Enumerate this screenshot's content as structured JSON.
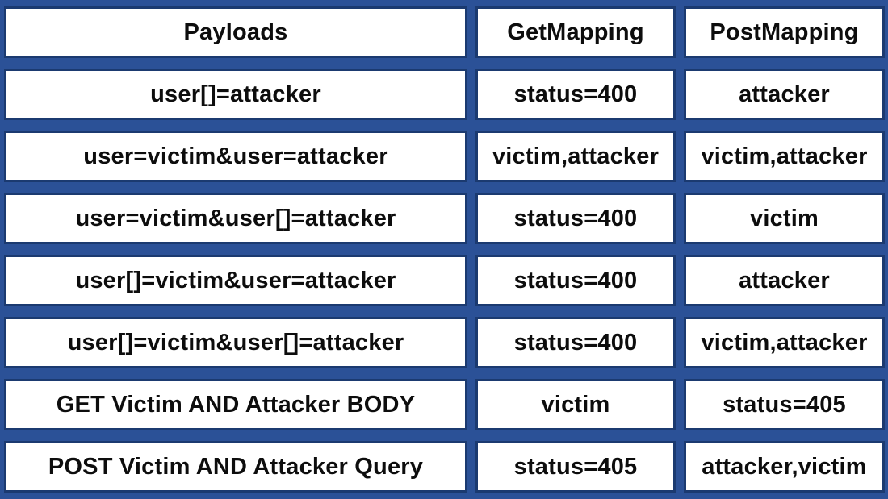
{
  "colors": {
    "background": "#2b5197",
    "cell_border": "#1b3a70",
    "cell_background": "#ffffff",
    "text": "#0d0d0d"
  },
  "chart_data": {
    "type": "table",
    "columns": [
      "Payloads",
      "GetMapping",
      "PostMapping"
    ],
    "rows": [
      [
        "user[]=attacker",
        "status=400",
        "attacker"
      ],
      [
        "user=victim&user=attacker",
        "victim,attacker",
        "victim,attacker"
      ],
      [
        "user=victim&user[]=attacker",
        "status=400",
        "victim"
      ],
      [
        "user[]=victim&user=attacker",
        "status=400",
        "attacker"
      ],
      [
        "user[]=victim&user[]=attacker",
        "status=400",
        "victim,attacker"
      ],
      [
        "GET Victim AND Attacker BODY",
        "victim",
        "status=405"
      ],
      [
        "POST Victim AND Attacker Query",
        "status=405",
        "attacker,victim"
      ]
    ],
    "title": "",
    "legend": null,
    "grid": false
  }
}
